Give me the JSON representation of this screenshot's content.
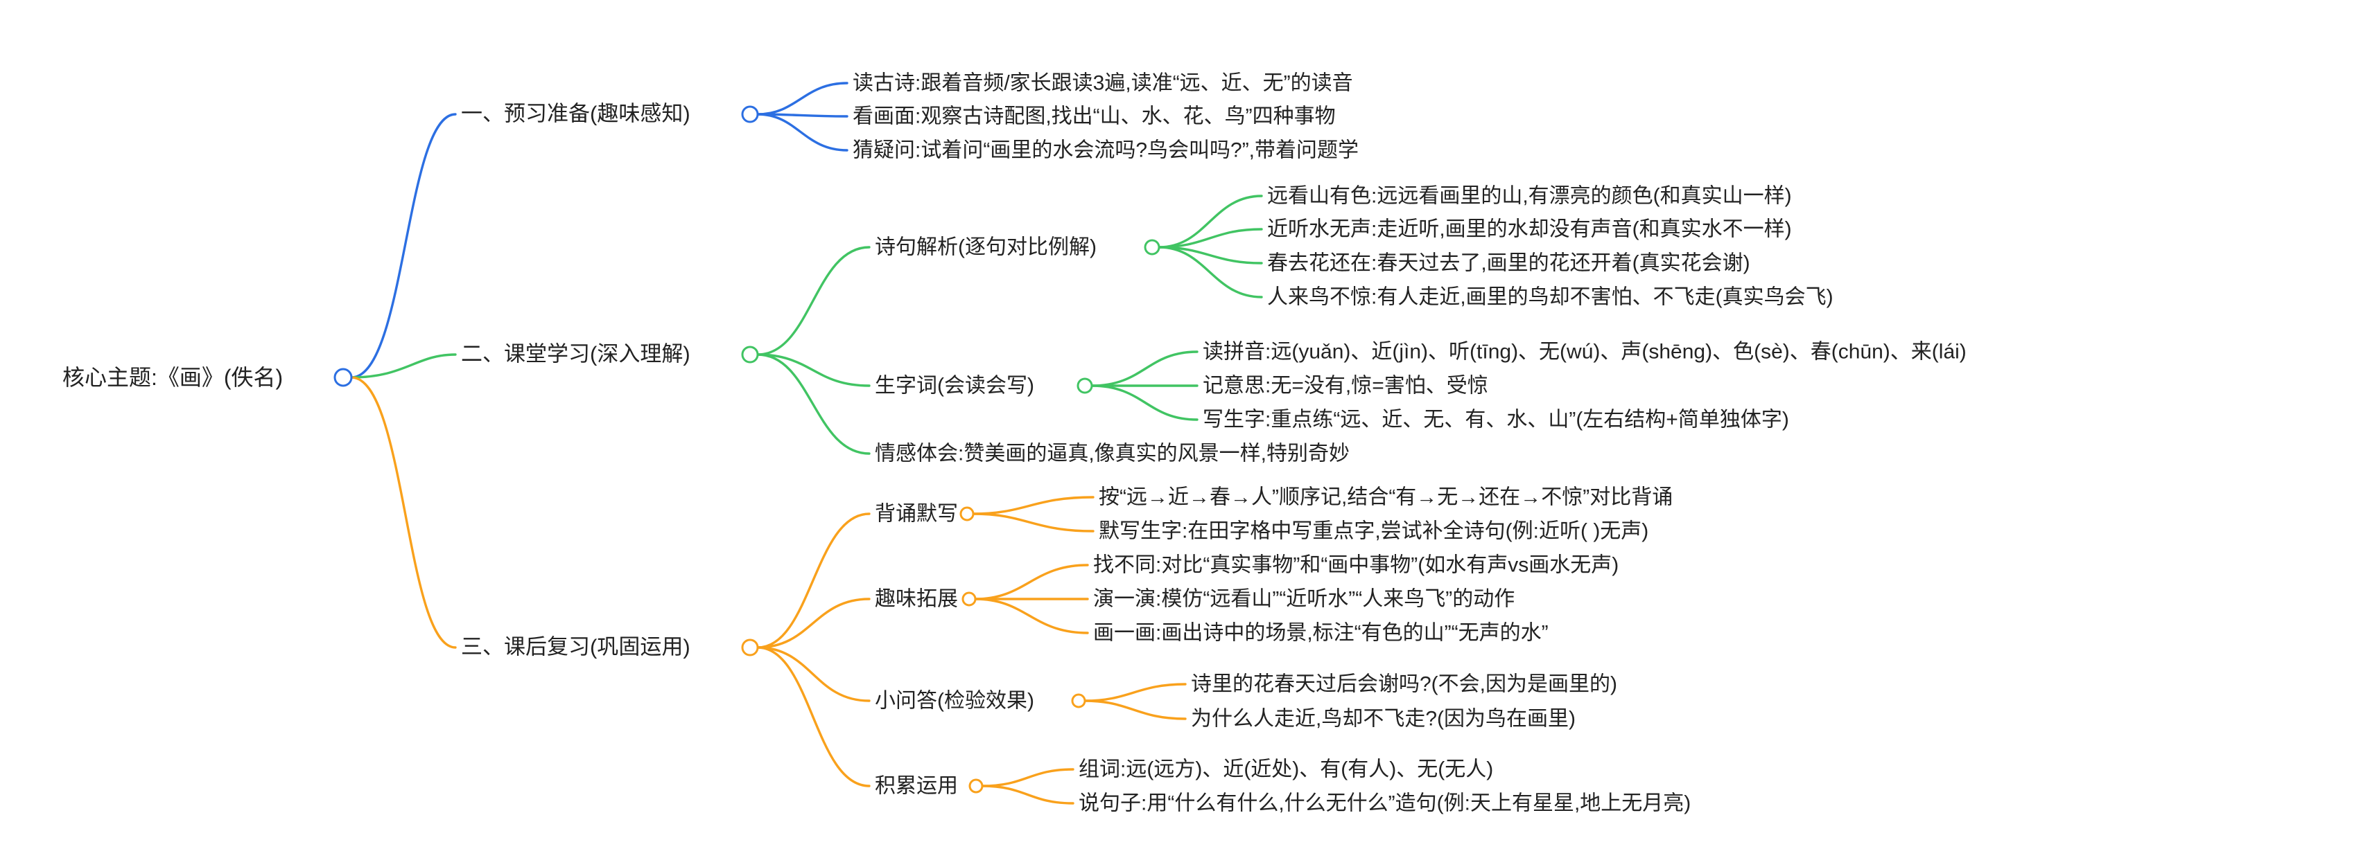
{
  "colors": {
    "branch1_blue": "#2c6fe2",
    "branch2_green": "#41c463",
    "branch3_orange": "#f9a11c",
    "text": "#222222",
    "background": "#ffffff"
  },
  "root": {
    "label": "核心主题:《画》(佚名)"
  },
  "branches": [
    {
      "label": "一、预习准备(趣味感知)",
      "leaves": [
        "读古诗:跟着音频/家长跟读3遍,读准“远、近、无”的读音",
        "看画面:观察古诗配图,找出“山、水、花、鸟”四种事物",
        "猜疑问:试着问“画里的水会流吗?鸟会叫吗?”,带着问题学"
      ]
    },
    {
      "label": "二、课堂学习(深入理解)",
      "subtopics": [
        {
          "label": "诗句解析(逐句对比例解)",
          "leaves": [
            "远看山有色:远远看画里的山,有漂亮的颜色(和真实山一样)",
            "近听水无声:走近听,画里的水却没有声音(和真实水不一样)",
            "春去花还在:春天过去了,画里的花还开着(真实花会谢)",
            "人来鸟不惊:有人走近,画里的鸟却不害怕、不飞走(真实鸟会飞)"
          ]
        },
        {
          "label": "生字词(会读会写)",
          "leaves": [
            "读拼音:远(yuǎn)、近(jìn)、听(tīng)、无(wú)、声(shēng)、色(sè)、春(chūn)、来(lái)",
            "记意思:无=没有,惊=害怕、受惊",
            "写生字:重点练“远、近、无、有、水、山”(左右结构+简单独体字)"
          ]
        },
        {
          "label": "情感体会:赞美画的逼真,像真实的风景一样,特别奇妙",
          "leaves": []
        }
      ]
    },
    {
      "label": "三、课后复习(巩固运用)",
      "subtopics": [
        {
          "label": "背诵默写",
          "leaves": [
            "按“远→近→春→人”顺序记,结合“有→无→还在→不惊”对比背诵",
            "默写生字:在田字格中写重点字,尝试补全诗句(例:近听( )无声)"
          ]
        },
        {
          "label": "趣味拓展",
          "leaves": [
            "找不同:对比“真实事物”和“画中事物”(如水有声vs画水无声)",
            "演一演:模仿“远看山”“近听水”“人来鸟飞”的动作",
            "画一画:画出诗中的场景,标注“有色的山”“无声的水”"
          ]
        },
        {
          "label": "小问答(检验效果)",
          "leaves": [
            "诗里的花春天过后会谢吗?(不会,因为是画里的)",
            "为什么人走近,鸟却不飞走?(因为鸟在画里)"
          ]
        },
        {
          "label": "积累运用",
          "leaves": [
            "组词:远(远方)、近(近处)、有(有人)、无(无人)",
            "说句子:用“什么有什么,什么无什么”造句(例:天上有星星,地上无月亮)"
          ]
        }
      ]
    }
  ]
}
